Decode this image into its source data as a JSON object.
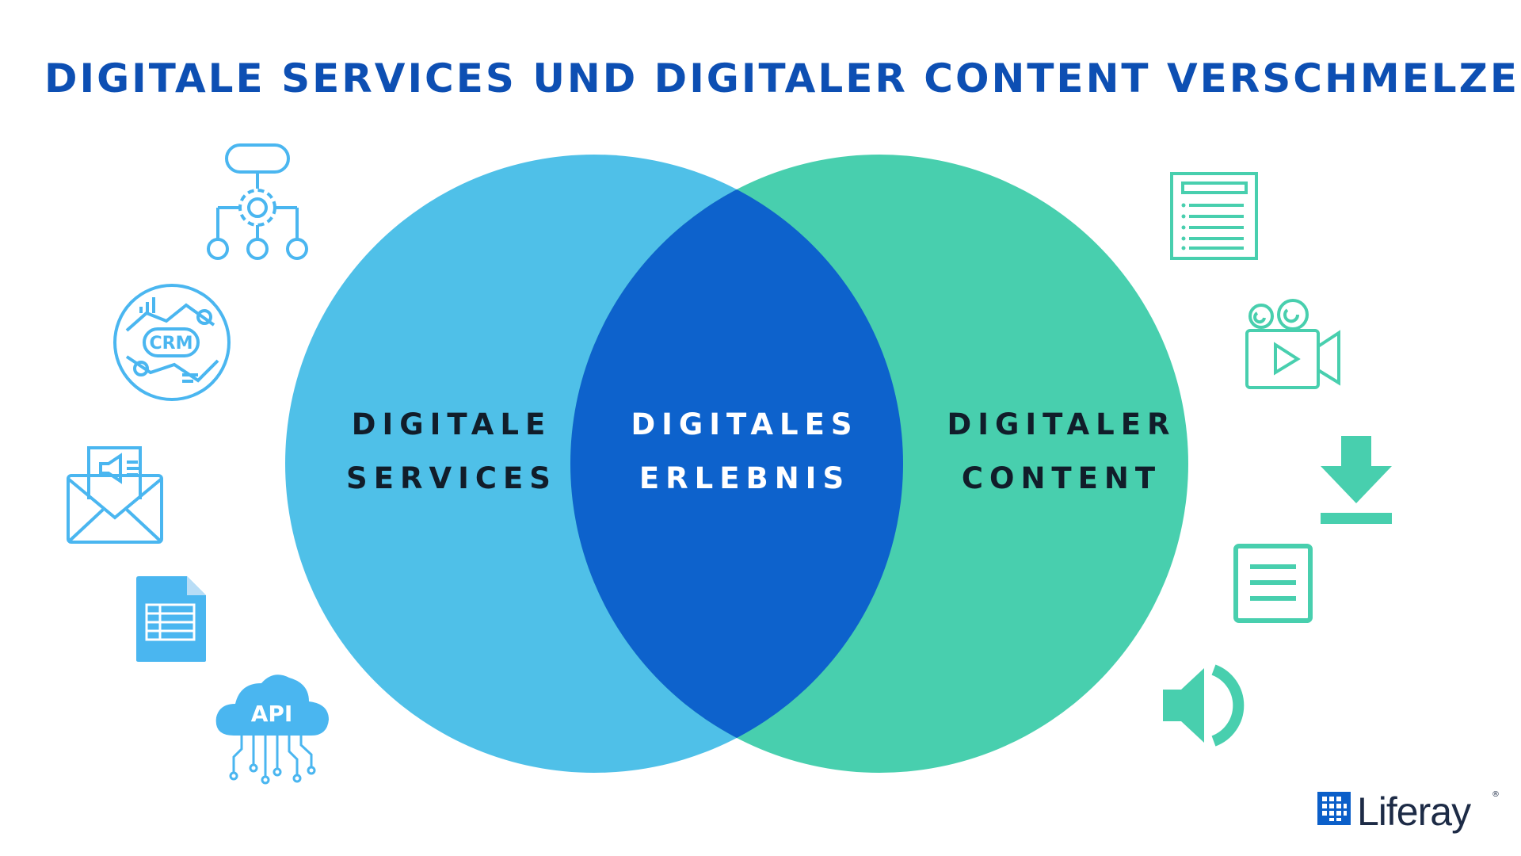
{
  "title": "DIGITALE SERVICES UND DIGITALER CONTENT VERSCHMELZEN",
  "colors": {
    "title": "#0d4fb3",
    "left_circle": "#4fc0e8",
    "right_circle": "#48cfae",
    "intersection": "#0d62cc",
    "icon_blue": "#4ab6f0",
    "icon_green": "#48cfae"
  },
  "venn": {
    "left": {
      "line1": "DIGITALE",
      "line2": "SERVICES"
    },
    "middle": {
      "line1": "DIGITALES",
      "line2": "ERLEBNIS"
    },
    "right": {
      "line1": "DIGITALER",
      "line2": "CONTENT"
    }
  },
  "left_icons": [
    {
      "icon": "workflow-icon"
    },
    {
      "icon": "crm-icon",
      "text": "CRM"
    },
    {
      "icon": "email-marketing-icon"
    },
    {
      "icon": "spreadsheet-icon"
    },
    {
      "icon": "api-cloud-icon",
      "text": "API"
    }
  ],
  "right_icons": [
    {
      "icon": "document-list-icon"
    },
    {
      "icon": "video-camera-icon"
    },
    {
      "icon": "download-icon"
    },
    {
      "icon": "text-document-icon"
    },
    {
      "icon": "speaker-icon"
    }
  ],
  "logo": {
    "text": "Liferay",
    "registered": "®"
  }
}
